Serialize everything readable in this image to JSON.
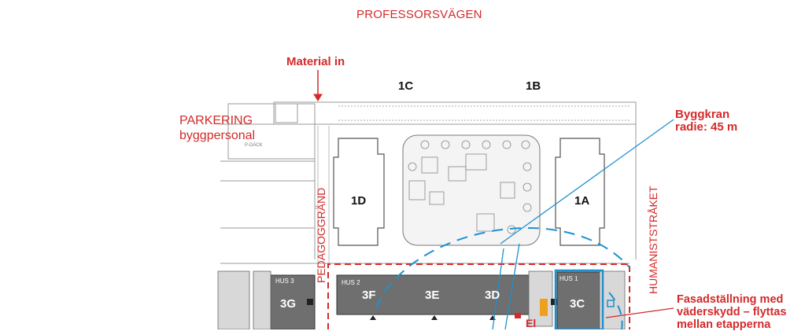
{
  "streets": {
    "top": "PROFESSORSVÄGEN",
    "left": "PEDAGOGGRÄND",
    "right": "HUMANISTSTRÅKET"
  },
  "labels": {
    "material_in": "Material in",
    "parkering_line1": "PARKERING",
    "parkering_line2": "byggpersonal",
    "p_dack": "P-DÄCK",
    "byggkran_line1": "Byggkran",
    "byggkran_line2": "radie: 45 m",
    "fasad_line1": "Fasadställning med",
    "fasad_line2": "väderskydd – flyttas",
    "fasad_line3": "mellan etapperna",
    "el": "El"
  },
  "buildings": {
    "b1c": "1C",
    "b1b": "1B",
    "b1d": "1D",
    "b1a": "1A",
    "b3g": "3G",
    "b3f": "3F",
    "b3e": "3E",
    "b3d": "3D",
    "b3c": "3C",
    "hus3": "HUS 3",
    "hus2": "HUS 2",
    "hus1": "HUS 1"
  },
  "colors": {
    "accent_red": "#d42a2a",
    "crane_blue": "#1e90d0",
    "site_gray": "#6f6f6f",
    "scaffold_orange": "#f0a020"
  }
}
